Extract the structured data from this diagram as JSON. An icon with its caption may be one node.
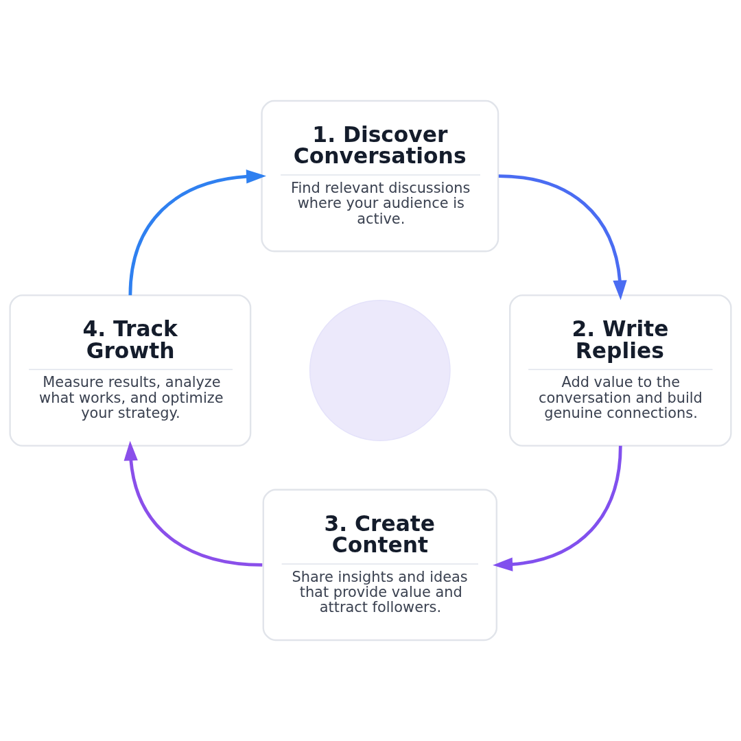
{
  "diagram": {
    "nodes": [
      {
        "text": [
          "1. Discover Conversations",
          "Find relevant discussions where your audience is active."
        ]
      },
      {
        "text": [
          "2. Write Replies",
          "Add value to the conversation and build genuine connections."
        ]
      },
      {
        "text": [
          "3. Create Content",
          "Share insights and ideas that provide value and attract followers."
        ]
      },
      {
        "text": [
          "4. Track Growth",
          "Measure results, analyze what works, and optimize your strategy."
        ]
      },
      {
        "text": [],
        "shape": "circle"
      }
    ],
    "edges": [
      {
        "from": 0,
        "to": 1,
        "arrow": "to",
        "color": "#4a6cf2"
      },
      {
        "from": 1,
        "to": 2,
        "arrow": "to",
        "color": "#8150ee"
      },
      {
        "from": 2,
        "to": 3,
        "arrow": "to",
        "color": "#8a4fea"
      },
      {
        "from": 3,
        "to": 0,
        "arrow": "to",
        "color": "#2f80f0"
      }
    ]
  }
}
